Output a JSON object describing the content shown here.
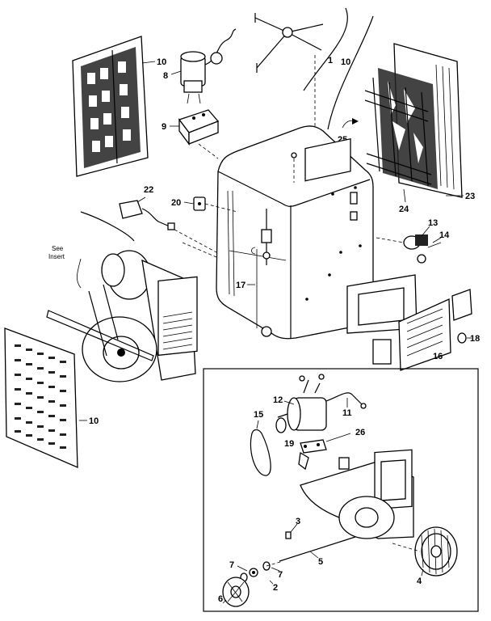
{
  "labels": {
    "p1": "1",
    "p10_top_left": "10",
    "p10_top_right": "10",
    "p10_bottom": "10",
    "p8": "8",
    "p9": "9",
    "p25": "25",
    "p22": "22",
    "p20": "20",
    "p24": "24",
    "p23": "23",
    "p13": "13",
    "p14": "14",
    "p17": "17",
    "p18": "18",
    "p16": "16",
    "p12": "12",
    "p11": "11",
    "p15": "15",
    "p19": "19",
    "p26": "26",
    "p3": "3",
    "p5": "5",
    "p4": "4",
    "p7a": "7",
    "p7b": "7",
    "p2": "2",
    "p6": "6"
  },
  "notes": {
    "see": "See",
    "insert": "Insert"
  }
}
